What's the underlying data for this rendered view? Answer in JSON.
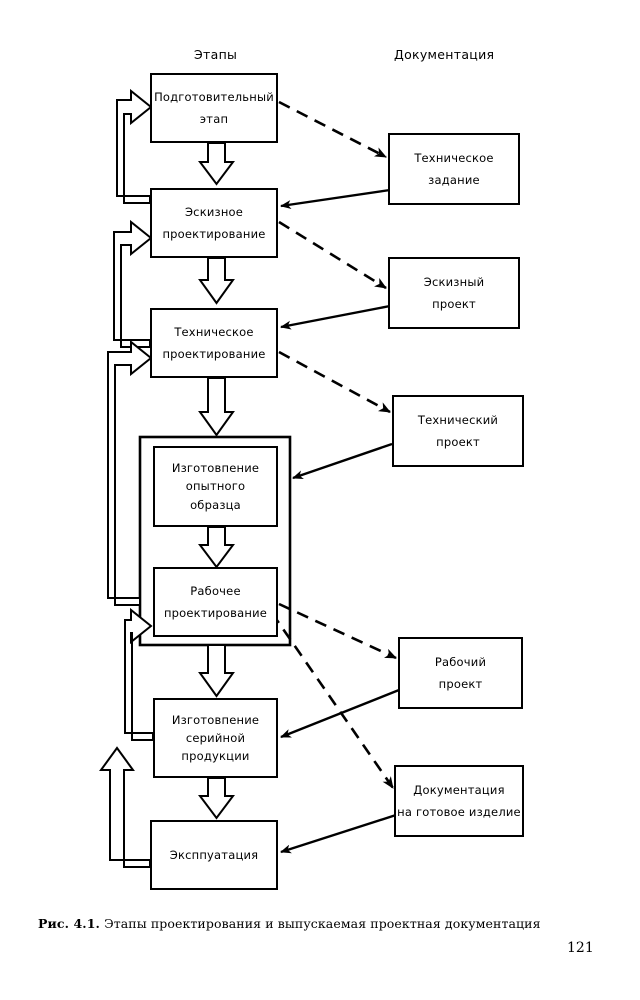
{
  "page": {
    "page_number": "121",
    "background_color": "#ffffff",
    "ink_color": "#000000"
  },
  "figure": {
    "caption_prefix": "Рис. 4.1.",
    "caption_text": "Этапы  проектирования  и  выпускаемая  проектная  документация",
    "column_headers": [
      {
        "id": "stages",
        "label": "Этапы"
      },
      {
        "id": "documentation",
        "label": "Документация"
      }
    ]
  },
  "stages": [
    {
      "id": "preparatory",
      "lines": [
        "Подготовительный",
        "этап"
      ]
    },
    {
      "id": "sketch-design",
      "lines": [
        "Эскизное",
        "проектирование"
      ]
    },
    {
      "id": "technical-design",
      "lines": [
        "Техническое",
        "проектирование"
      ]
    },
    {
      "id": "prototype-manufacture",
      "lines": [
        "Изготовпение",
        "опытного",
        "образца"
      ]
    },
    {
      "id": "working-design",
      "lines": [
        "Рабочее",
        "проектирование"
      ]
    },
    {
      "id": "serial-production",
      "lines": [
        "Изготовпение",
        "серийной",
        "продукции"
      ]
    },
    {
      "id": "operation",
      "lines": [
        "Эксппуатация"
      ]
    }
  ],
  "documents": [
    {
      "id": "technical-assignment",
      "lines": [
        "Техническое",
        "задание"
      ]
    },
    {
      "id": "sketch-project",
      "lines": [
        "Эскизный",
        "проект"
      ]
    },
    {
      "id": "technical-project",
      "lines": [
        "Технический",
        "проект"
      ]
    },
    {
      "id": "working-project",
      "lines": [
        "Рабочий",
        "проект"
      ]
    },
    {
      "id": "finished-product-docs",
      "lines": [
        "Документация",
        "на готовое изделие"
      ]
    }
  ],
  "connections": {
    "produces_dashed": [
      {
        "from": "preparatory",
        "to": "technical-assignment"
      },
      {
        "from": "sketch-design",
        "to": "sketch-project"
      },
      {
        "from": "technical-design",
        "to": "technical-project"
      },
      {
        "from": "working-design",
        "to": "working-project"
      },
      {
        "from": "working-design",
        "to": "finished-product-docs"
      }
    ],
    "informs_solid": [
      {
        "from": "technical-assignment",
        "to": "sketch-design"
      },
      {
        "from": "sketch-project",
        "to": "technical-design"
      },
      {
        "from": "technical-project",
        "to": "prototype-manufacture"
      },
      {
        "from": "working-project",
        "to": "serial-production"
      },
      {
        "from": "finished-product-docs",
        "to": "operation"
      }
    ],
    "flow_down_hollow": [
      {
        "from": "preparatory",
        "to": "sketch-design"
      },
      {
        "from": "sketch-design",
        "to": "technical-design"
      },
      {
        "from": "technical-design",
        "to": "prototype-manufacture"
      },
      {
        "from": "prototype-manufacture",
        "to": "working-design"
      },
      {
        "from": "working-design",
        "to": "serial-production"
      },
      {
        "from": "serial-production",
        "to": "operation"
      }
    ],
    "feedback_hollow": [
      {
        "from": "sketch-design",
        "to": "preparatory"
      },
      {
        "from": "technical-design",
        "to": "sketch-design"
      },
      {
        "from": "working-design-group",
        "to": "technical-design"
      },
      {
        "from": "serial-production",
        "to": "working-design"
      },
      {
        "from": "operation",
        "to": "serial-production"
      }
    ]
  },
  "group_frame": {
    "id": "development-group",
    "contains": [
      "prototype-manufacture",
      "working-design"
    ]
  }
}
